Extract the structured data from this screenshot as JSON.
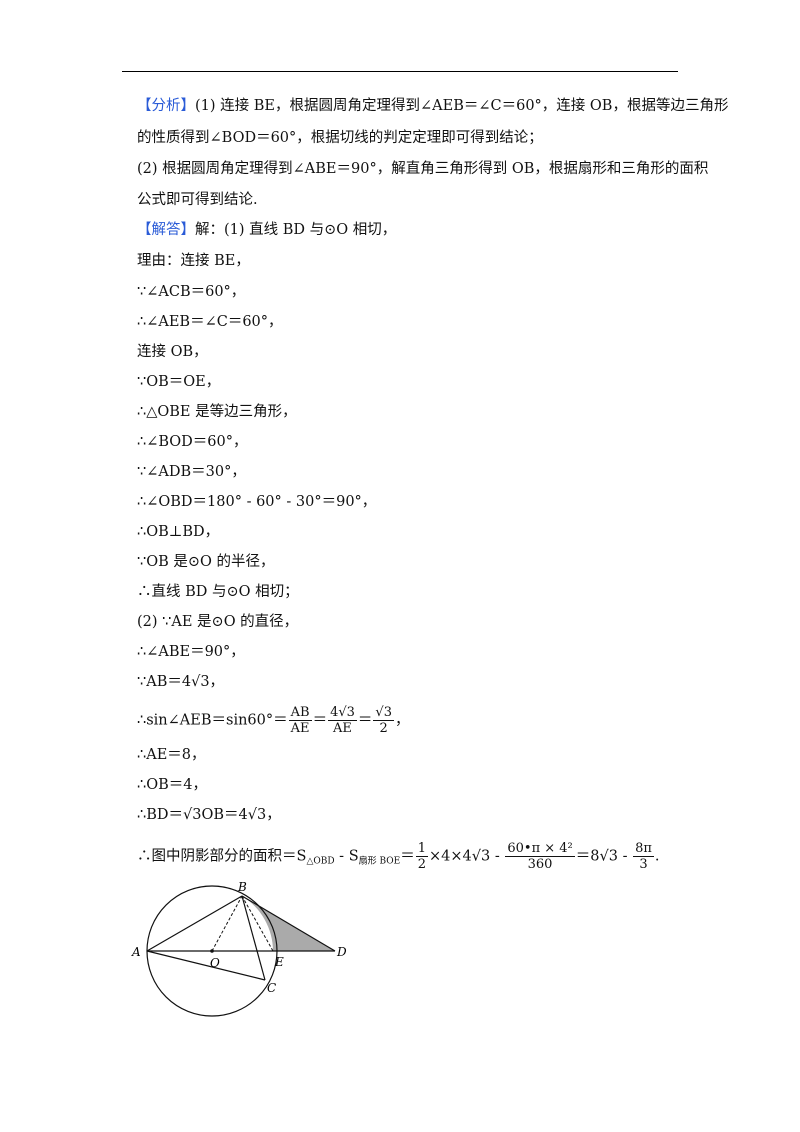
{
  "analysis": {
    "tag": "【分析】",
    "l1": "(1) 连接 BE，根据圆周角定理得到∠AEB＝∠C＝60°，连接 OB，根据等边三角形",
    "l2": "的性质得到∠BOD＝60°，根据切线的判定定理即可得到结论；",
    "l3": "(2) 根据圆周角定理得到∠ABE＝90°，解直角三角形得到 OB，根据扇形和三角形的面积",
    "l4": "公式即可得到结论."
  },
  "answer": {
    "tag": "【解答】",
    "l0": "解：(1) 直线 BD 与⊙O 相切，",
    "steps": [
      "理由：连接 BE，",
      "∵∠ACB＝60°，",
      "∴∠AEB＝∠C＝60°，",
      "连接 OB，",
      "∵OB＝OE，",
      "∴△OBE 是等边三角形，",
      "∴∠BOD＝60°，",
      "∵∠ADB＝30°，",
      "∴∠OBD＝180° - 60° - 30°＝90°，",
      "∴OB⊥BD，",
      "∵OB 是⊙O 的半径，",
      "∴直线 BD 与⊙O 相切；",
      "(2) ∵AE 是⊙O 的直径，",
      "∴∠ABE＝90°，",
      "∵AB＝4√3，"
    ],
    "sin_prefix": "∴sin∠AEB＝sin60°＝",
    "sin_f1_n": "AB",
    "sin_f1_d": "AE",
    "sin_eq1": "＝",
    "sin_f2_n": "4√3",
    "sin_f2_d": "AE",
    "sin_eq2": "＝",
    "sin_f3_n": "√3",
    "sin_f3_d": "2",
    "sin_end": "，",
    "ae": "∴AE＝8，",
    "ob": "∴OB＝4，",
    "bd": "∴BD＝√3OB＝4√3，",
    "area_prefix": "∴图中阴影部分的面积＝S",
    "area_sub1": "△OBD",
    "area_mid": " - S",
    "area_sub2": "扇形 BOE",
    "area_eq": "＝",
    "area_f1_n": "1",
    "area_f1_d": "2",
    "area_mid2": "×4×4√3 - ",
    "area_f2_n": "60•π × 4²",
    "area_f2_d": "360",
    "area_mid3": "＝8√3 - ",
    "area_f3_n": "8π",
    "area_f3_d": "3",
    "area_end": "."
  },
  "figure": {
    "labels": {
      "A": "A",
      "B": "B",
      "O": "O",
      "E": "E",
      "D": "D",
      "C": "C"
    },
    "shade_color": "#aaaaaa"
  }
}
